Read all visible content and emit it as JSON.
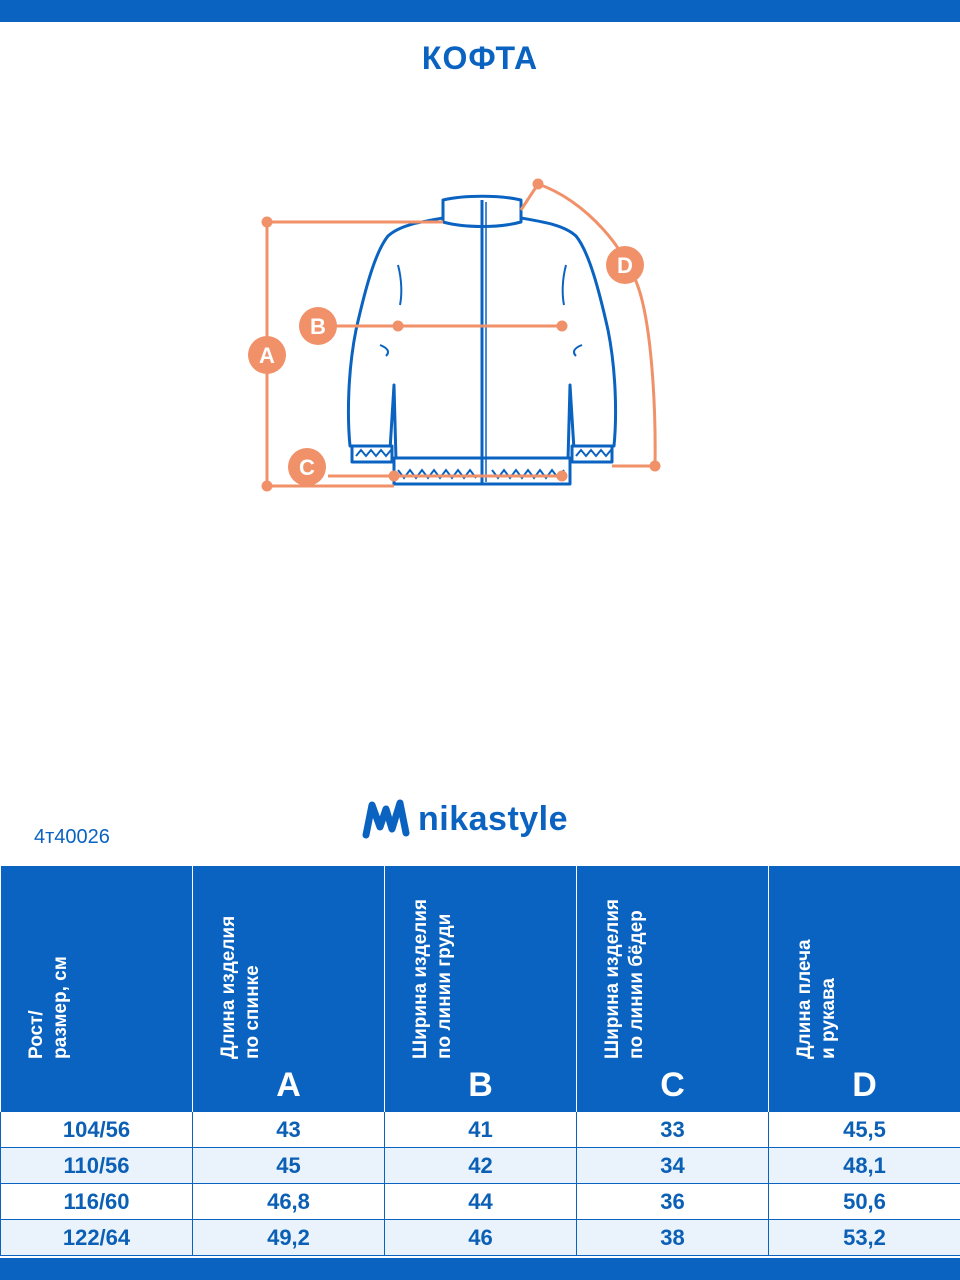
{
  "title": "КОФТА",
  "colors": {
    "brand_blue": "#0b63c1",
    "measure_orange": "#f0916a",
    "row_alt": "#eaf3fc"
  },
  "diagram": {
    "markers": [
      "A",
      "B",
      "C",
      "D"
    ]
  },
  "logo": {
    "text": "nikastyle",
    "icon": "nikastyle-wave-logo-icon"
  },
  "article": "4т40026",
  "table": {
    "headers": [
      {
        "label": "Рост/\nразмер, см",
        "letter": ""
      },
      {
        "label": "Длина изделия\nпо спинке",
        "letter": "A"
      },
      {
        "label": "Ширина изделия\nпо линии груди",
        "letter": "B"
      },
      {
        "label": "Ширина изделия\nпо линии бёдер",
        "letter": "C"
      },
      {
        "label": "Длина плеча\nи рукава",
        "letter": "D"
      }
    ],
    "rows": [
      [
        "104/56",
        "43",
        "41",
        "33",
        "45,5"
      ],
      [
        "110/56",
        "45",
        "42",
        "34",
        "48,1"
      ],
      [
        "116/60",
        "46,8",
        "44",
        "36",
        "50,6"
      ],
      [
        "122/64",
        "49,2",
        "46",
        "38",
        "53,2"
      ]
    ]
  }
}
